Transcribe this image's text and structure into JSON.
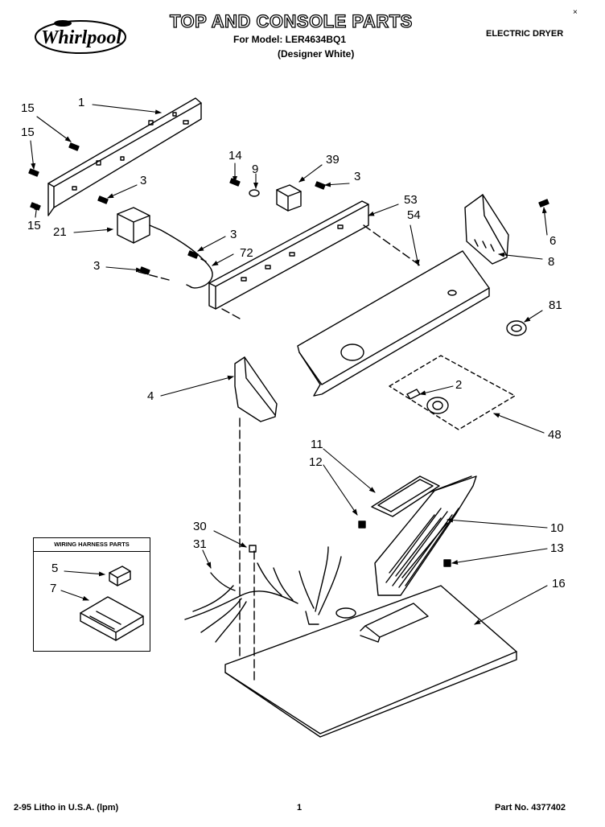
{
  "header": {
    "brand": "Whirlpool",
    "title": "TOP AND CONSOLE PARTS",
    "model_line": "For Model: LER4634BQ1",
    "subtitle": "(Designer White)",
    "product": "ELECTRIC DRYER"
  },
  "callouts": [
    {
      "id": "c1",
      "text": "1"
    },
    {
      "id": "c15a",
      "text": "15"
    },
    {
      "id": "c15b",
      "text": "15"
    },
    {
      "id": "c15c",
      "text": "15"
    },
    {
      "id": "c3a",
      "text": "3"
    },
    {
      "id": "c21",
      "text": "21"
    },
    {
      "id": "c3b",
      "text": "3"
    },
    {
      "id": "c72",
      "text": "72"
    },
    {
      "id": "c3c",
      "text": "3"
    },
    {
      "id": "c14",
      "text": "14"
    },
    {
      "id": "c9",
      "text": "9"
    },
    {
      "id": "c39",
      "text": "39"
    },
    {
      "id": "c3d",
      "text": "3"
    },
    {
      "id": "c53",
      "text": "53"
    },
    {
      "id": "c54",
      "text": "54"
    },
    {
      "id": "c6",
      "text": "6"
    },
    {
      "id": "c8",
      "text": "8"
    },
    {
      "id": "c81",
      "text": "81"
    },
    {
      "id": "c2",
      "text": "2"
    },
    {
      "id": "c48",
      "text": "48"
    },
    {
      "id": "c4",
      "text": "4"
    },
    {
      "id": "c11",
      "text": "11"
    },
    {
      "id": "c12",
      "text": "12"
    },
    {
      "id": "c10",
      "text": "10"
    },
    {
      "id": "c13",
      "text": "13"
    },
    {
      "id": "c30",
      "text": "30"
    },
    {
      "id": "c31",
      "text": "31"
    },
    {
      "id": "c16",
      "text": "16"
    },
    {
      "id": "c5",
      "text": "5"
    },
    {
      "id": "c7",
      "text": "7"
    }
  ],
  "harness_box": {
    "title": "WIRING HARNESS PARTS"
  },
  "footer": {
    "litho": "2-95 Litho in U.S.A. (lpm)",
    "page": "1",
    "part_number": "Part No. 4377402"
  }
}
